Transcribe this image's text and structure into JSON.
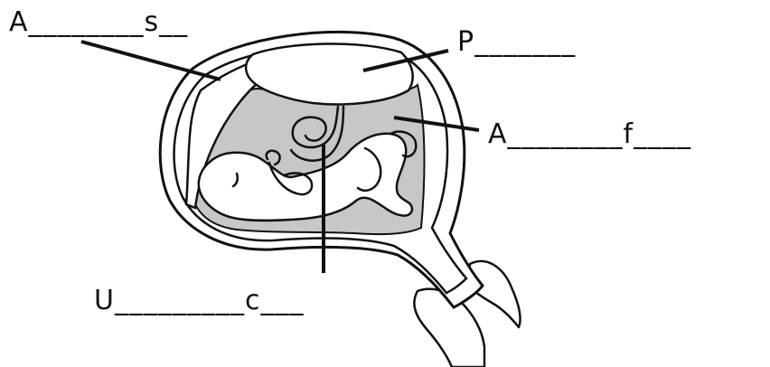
{
  "labels": {
    "amniotic_sac": "A________s__",
    "placenta": "P_______",
    "amniotic_fluid": "A________f____",
    "umbilical_cord": "U_________c___"
  },
  "colors": {
    "outline": "#111111",
    "fluid": "#c7c7c7",
    "background": "#ffffff"
  }
}
